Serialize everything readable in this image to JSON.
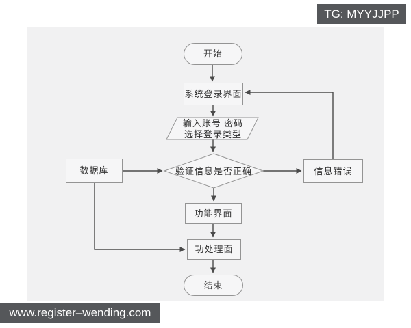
{
  "watermarks": {
    "tg": "TG: MYYJJPP",
    "site": "www.register–wending.com"
  },
  "flowchart": {
    "nodes": {
      "start": {
        "label": "开始",
        "shape": "terminator"
      },
      "login": {
        "label": "系统登录界面",
        "shape": "process"
      },
      "input": {
        "line1": "输入账号 密码",
        "line2": "选择登录类型",
        "shape": "io-parallelogram"
      },
      "decision": {
        "label": "验证信息是否正确",
        "shape": "decision-diamond"
      },
      "database": {
        "label": "数据库",
        "shape": "process"
      },
      "error": {
        "label": "信息错误",
        "shape": "process"
      },
      "function_ui": {
        "label": "功能界面",
        "shape": "process"
      },
      "processing": {
        "label": "功处理面",
        "shape": "process"
      },
      "end": {
        "label": "结束",
        "shape": "terminator"
      }
    },
    "edges": [
      {
        "from": "start",
        "to": "login"
      },
      {
        "from": "login",
        "to": "input"
      },
      {
        "from": "input",
        "to": "decision"
      },
      {
        "from": "decision",
        "to": "function_ui"
      },
      {
        "from": "function_ui",
        "to": "processing"
      },
      {
        "from": "processing",
        "to": "end"
      },
      {
        "from": "database",
        "to": "decision"
      },
      {
        "from": "decision",
        "to": "error"
      },
      {
        "from": "error",
        "to": "login"
      },
      {
        "from": "database",
        "to": "processing"
      }
    ],
    "colors": {
      "canvas_bg": "#f1f1f2",
      "node_fill": "#f6f6f7",
      "node_border": "#949494",
      "edge": "#4a4a4a",
      "text": "#333333",
      "badge_bg": "#55575a",
      "badge_text": "#ffffff"
    }
  }
}
